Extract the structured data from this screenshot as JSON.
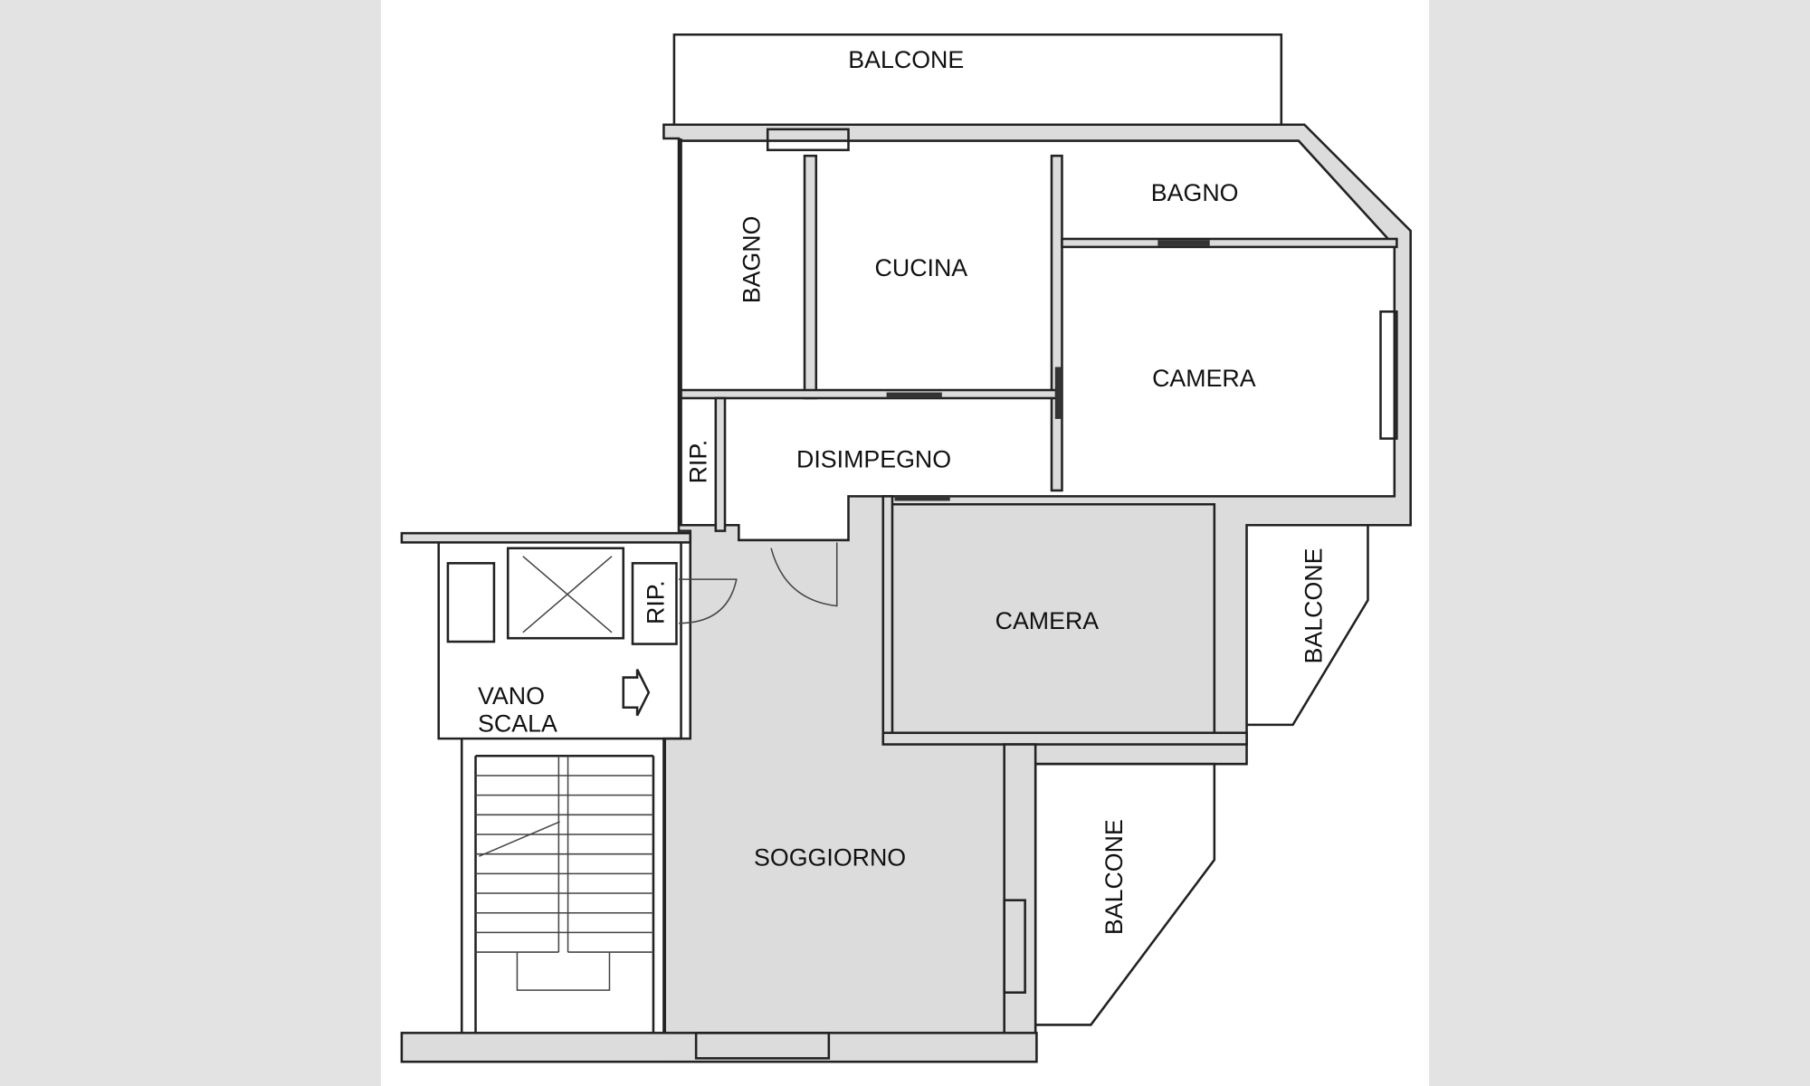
{
  "plan": {
    "rooms": {
      "balcone_top": "BALCONE",
      "bagno_left": "BAGNO",
      "cucina": "CUCINA",
      "bagno_right": "BAGNO",
      "camera_top": "CAMERA",
      "rip_upper": "RIP.",
      "disimpegno": "DISIMPEGNO",
      "rip_lower": "RIP.",
      "camera_middle": "CAMERA",
      "balcone_right": "BALCONE",
      "vano_scala_1": "VANO",
      "vano_scala_2": "SCALA",
      "soggiorno": "SOGGIORNO",
      "balcone_bottom": "BALCONE"
    }
  }
}
